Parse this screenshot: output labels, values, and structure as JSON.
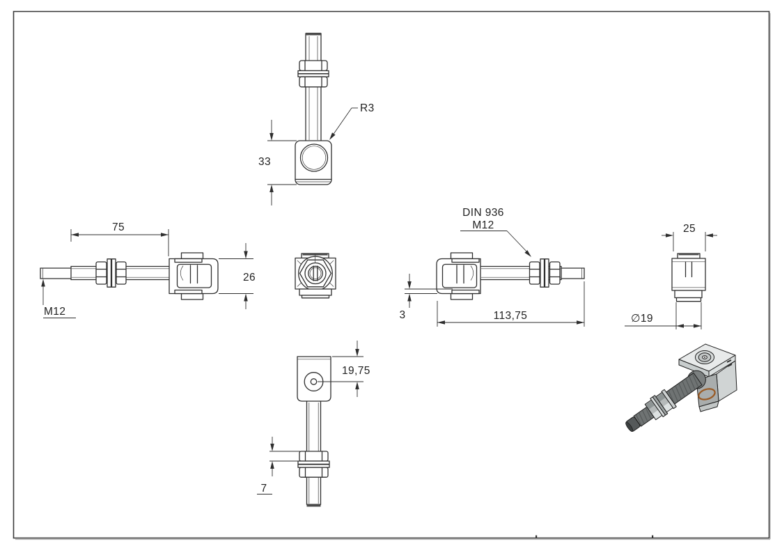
{
  "sheet": {
    "background": "#ffffff",
    "border_color": "#3a3a3a",
    "line_color": "#2e2e2e"
  },
  "views": {
    "top": {
      "height_dim": "33",
      "fillet_label": "R3"
    },
    "front_left": {
      "thread_length_dim": "75",
      "bracket_height_dim": "26",
      "thread_label": "M12"
    },
    "front_right": {
      "nut_standard_line1": "DIN 936",
      "nut_standard_line2": "M12",
      "overall_length_dim": "113,75",
      "plate_thickness_dim": "3"
    },
    "side": {
      "width_dim": "25",
      "diameter_dim": "∅19"
    },
    "bottom": {
      "hole_offset_dim": "19,75",
      "nut_height_dim": "7"
    }
  },
  "iso_colors": {
    "bracket_light": "#e8eaea",
    "bracket_mid": "#cdd1d1",
    "bracket_dark": "#a9adad",
    "rod": "#6f7373",
    "rod_tip": "#55595a",
    "nut": "#b6baba",
    "bushing_ring": "#9a5a24"
  }
}
